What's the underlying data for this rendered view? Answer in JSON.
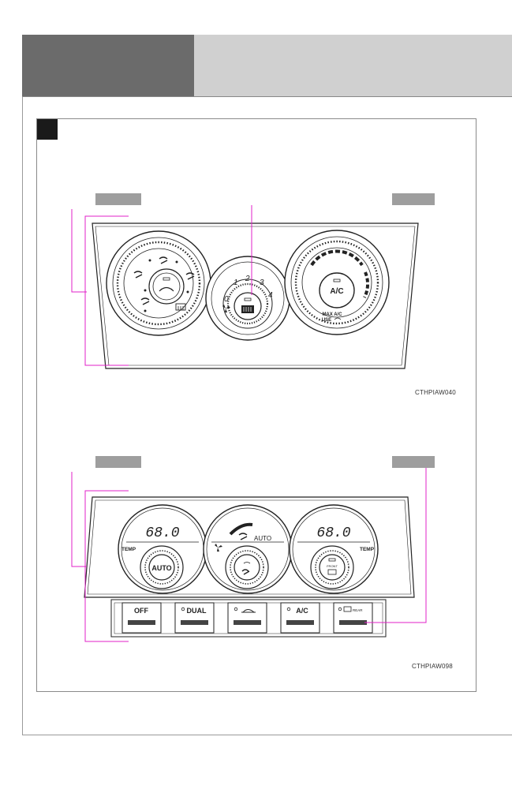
{
  "figure_codes": {
    "top": "CTHPIAW040",
    "bottom": "CTHPIAW098"
  },
  "manual_panel": {
    "fan_dial_numbers": [
      "0",
      "1",
      "2",
      "3",
      "4"
    ],
    "ac_button": "A/C",
    "max_ac_lines": [
      "MAX A/C",
      "USE"
    ]
  },
  "auto_panel": {
    "left_display": "68.0",
    "right_display": "68.0",
    "temp_left": "TEMP",
    "temp_right": "TEMP",
    "auto_knob": "AUTO",
    "mode_auto": "AUTO",
    "front_label": "FRONT",
    "buttons": [
      "OFF",
      "DUAL",
      "",
      "A/C",
      "REAR"
    ]
  }
}
